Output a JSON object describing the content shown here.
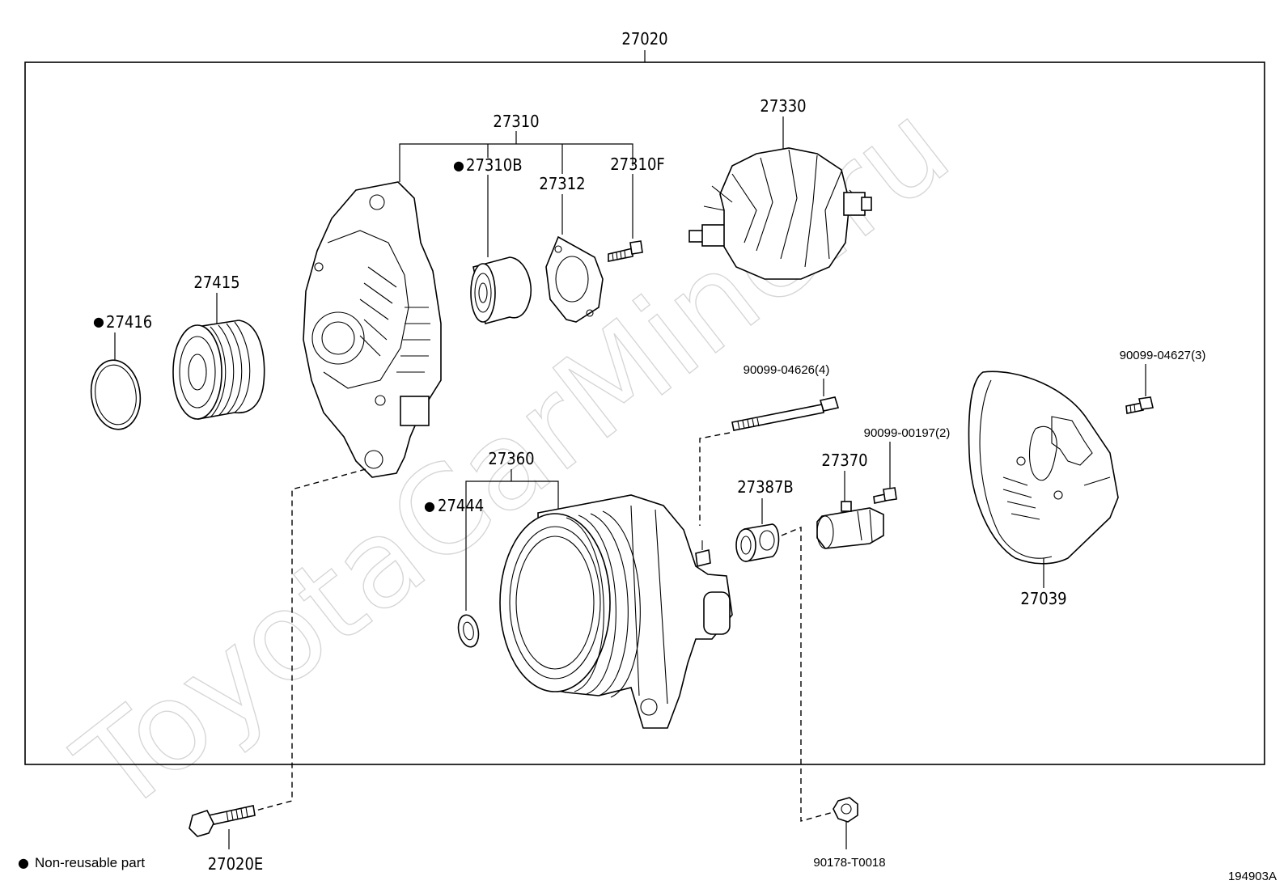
{
  "watermark": "ToyotaCarMine.ru",
  "assembly": {
    "number": "27020"
  },
  "labels": {
    "p27310": "27310",
    "p27310B": "27310B",
    "p27312": "27312",
    "p27310F": "27310F",
    "p27330": "27330",
    "p27415": "27415",
    "p27416": "27416",
    "p90099_04626": "90099-04626(4)",
    "p90099_04627": "90099-04627(3)",
    "p90099_00197": "90099-00197(2)",
    "p27360": "27360",
    "p27444": "27444",
    "p27370": "27370",
    "p27387B": "27387B",
    "p27039": "27039",
    "p27020E": "27020E",
    "p90178_T0018": "90178-T0018"
  },
  "non_reusable_marker": "●",
  "legend": {
    "text": "Non-reusable part"
  },
  "figure_ref": "194903A"
}
